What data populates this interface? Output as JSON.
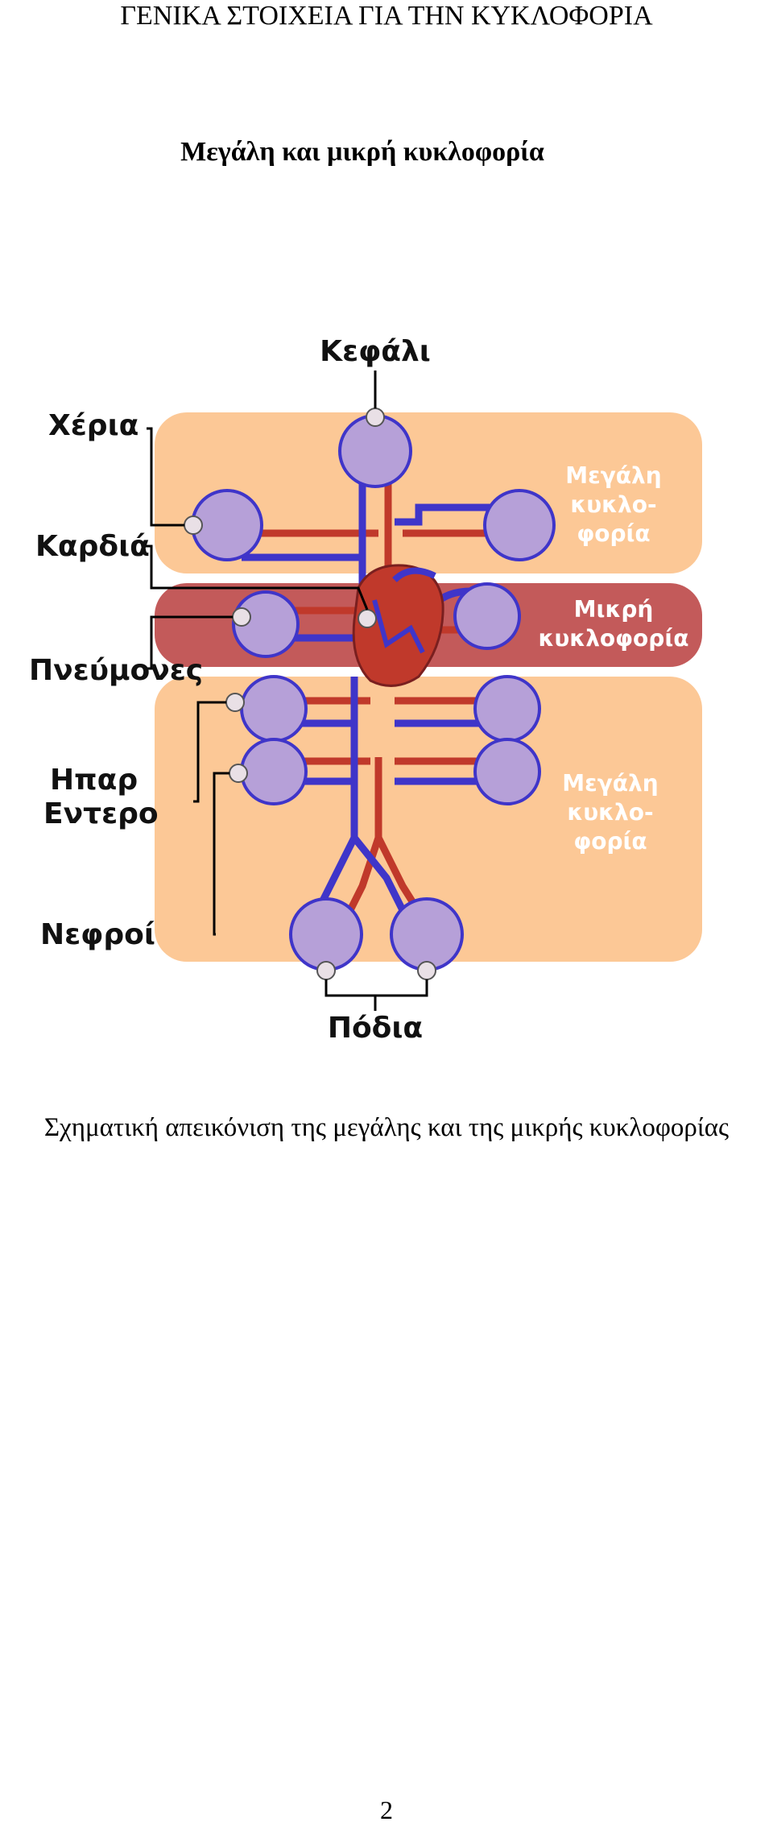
{
  "header": "ΓΕΝΙΚΑ ΣΤΟΙΧΕΙΑ ΓΙΑ ΤΗΝ ΚΥΚΛΟΦΟΡΙΑ",
  "subtitle": "Μεγάλη και μικρή κυκλοφορία",
  "diagram": {
    "labels": {
      "head": "Κεφάλι",
      "hands": "Χέρια",
      "heart": "Καρδιά",
      "lungs": "Πνεύμονες",
      "liver_line1": "Ηπαρ",
      "liver_line2": "Εντερο",
      "kidneys": "Νεφροί",
      "feet": "Πόδια"
    },
    "regions": {
      "upper_line1": "Μεγάλη",
      "upper_line2": "κυκλο-",
      "upper_line3": "φορία",
      "middle_line1": "Μικρή",
      "middle_line2": "κυκλοφορία",
      "lower_line1": "Μεγάλη",
      "lower_line2": "κυκλο-",
      "lower_line3": "φορία"
    },
    "colors": {
      "systemic_region": "#fcc896",
      "pulmonary_region": "#c35a5a",
      "artery": "#c0392b",
      "vein": "#3f35c9",
      "capillary_bed": "#b6a0d8",
      "systemic_text": "#ffffff",
      "pulmonary_text": "#ffffff"
    }
  },
  "caption": "Σχηματική απεικόνιση της μεγάλης και της μικρής κυκλοφορίας",
  "page_number": "2"
}
